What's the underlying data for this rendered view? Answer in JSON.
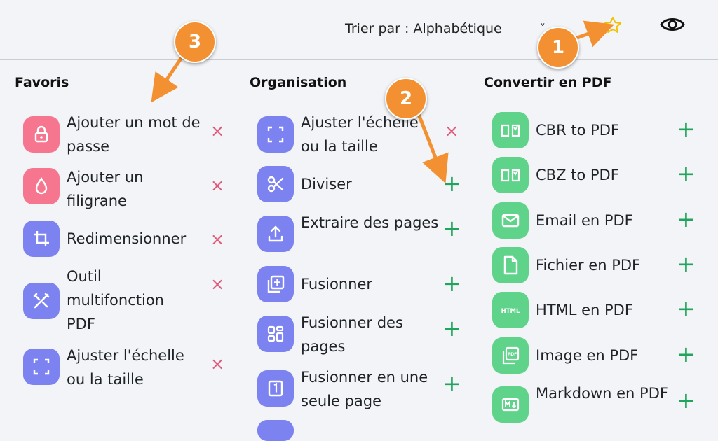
{
  "toolbar": {
    "sort_label": "Trier par : Alphabétique",
    "sort_caret": "˅"
  },
  "columns": {
    "favorites": {
      "title": "Favoris",
      "items": [
        {
          "label": "Ajouter un mot de passe",
          "icon": "lock-icon",
          "color": "#f7768f",
          "action": "×"
        },
        {
          "label": "Ajouter un filigrane",
          "icon": "droplet-icon",
          "color": "#f7768f",
          "action": "×"
        },
        {
          "label": "Redimensionner",
          "icon": "crop-icon",
          "color": "#7c83f0",
          "action": "×"
        },
        {
          "label": "Outil multifonction PDF",
          "icon": "tools-icon",
          "color": "#7c83f0",
          "action": "×"
        },
        {
          "label": "Ajuster l'échelle ou la taille",
          "icon": "scale-icon",
          "color": "#7c83f0",
          "action": "×"
        }
      ]
    },
    "organisation": {
      "title": "Organisation",
      "items": [
        {
          "label": "Ajuster l'échelle ou la taille",
          "icon": "scale-icon",
          "color": "#7c83f0",
          "action": "×"
        },
        {
          "label": "Diviser",
          "icon": "scissors-icon",
          "color": "#7c83f0",
          "action": "+"
        },
        {
          "label": "Extraire des pages",
          "icon": "upload-icon",
          "color": "#7c83f0",
          "action": "+"
        },
        {
          "label": "Fusionner",
          "icon": "merge-icon",
          "color": "#7c83f0",
          "action": "+"
        },
        {
          "label": "Fusionner des pages",
          "icon": "grid-icon",
          "color": "#7c83f0",
          "action": "+"
        },
        {
          "label": "Fusionner en une seule page",
          "icon": "single-page-icon",
          "color": "#7c83f0",
          "action": "+"
        }
      ]
    },
    "convert": {
      "title": "Convertir en PDF",
      "items": [
        {
          "label": "CBR to PDF",
          "icon": "book-icon",
          "color": "#5fd38a",
          "action": "+"
        },
        {
          "label": "CBZ to PDF",
          "icon": "book-icon",
          "color": "#5fd38a",
          "action": "+"
        },
        {
          "label": "Email en PDF",
          "icon": "mail-icon",
          "color": "#5fd38a",
          "action": "+"
        },
        {
          "label": "Fichier en PDF",
          "icon": "file-icon",
          "color": "#5fd38a",
          "action": "+"
        },
        {
          "label": "HTML en PDF",
          "icon": "html-icon",
          "color": "#5fd38a",
          "action": "+"
        },
        {
          "label": "Image en PDF",
          "icon": "image-pdf-icon",
          "color": "#5fd38a",
          "action": "+"
        },
        {
          "label": "Markdown en PDF",
          "icon": "markdown-icon",
          "color": "#5fd38a",
          "action": "+"
        }
      ]
    }
  },
  "callouts": [
    "1",
    "2",
    "3"
  ],
  "accent_color": "#f39132"
}
